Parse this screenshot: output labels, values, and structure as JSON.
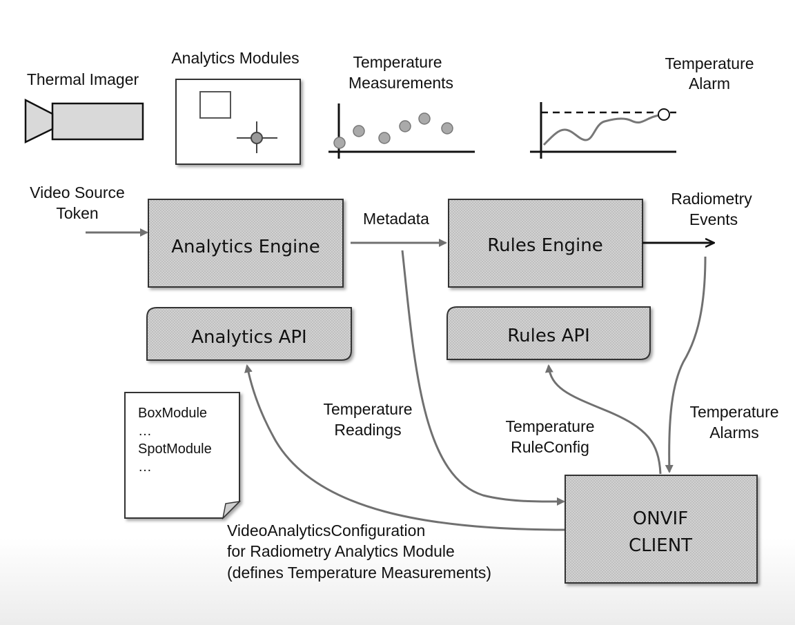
{
  "icons": {
    "thermal_imager": {
      "label": "Thermal Imager",
      "icon": "thermal-camera-icon"
    },
    "analytics_modules": {
      "label": "Analytics Modules",
      "icon": "analytics-modules-icon"
    },
    "temperature_measurements": {
      "label_lines": [
        "Temperature",
        "Measurements"
      ],
      "icon": "scatter-plot-icon"
    },
    "temperature_alarm": {
      "label_lines": [
        "Temperature",
        "Alarm"
      ],
      "icon": "threshold-line-icon"
    }
  },
  "inputs": {
    "video_source_token": [
      "Video Source",
      "Token"
    ]
  },
  "boxes": {
    "analytics_engine": "Analytics Engine",
    "rules_engine": "Rules Engine",
    "analytics_api": "Analytics API",
    "rules_api": "Rules API",
    "onvif_client": [
      "ONVIF",
      "CLIENT"
    ]
  },
  "flows": {
    "metadata": "Metadata",
    "radiometry_events": [
      "Radiometry",
      "Events"
    ],
    "temperature_readings": [
      "Temperature",
      "Readings"
    ],
    "temperature_rule_config": [
      "Temperature",
      "RuleConfig"
    ],
    "temperature_alarms": [
      "Temperature",
      "Alarms"
    ]
  },
  "document": {
    "lines": [
      "BoxModule",
      "…",
      "SpotModule",
      "…"
    ],
    "caption": [
      "VideoAnalyticsConfiguration",
      "for Radiometry Analytics Module",
      "(defines Temperature Measurements)"
    ]
  },
  "colors": {
    "box_fill": "#cfcfcf",
    "arrow": "#707070",
    "camera_fill": "#d9d9d9"
  }
}
